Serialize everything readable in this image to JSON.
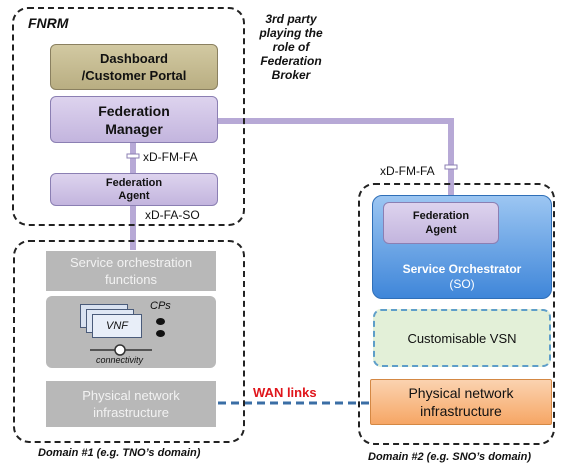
{
  "fnrm_title": "FNRM",
  "broker_note": [
    "3rd party",
    "playing the",
    "role of",
    "Federation",
    "Broker"
  ],
  "dashboard": [
    "Dashboard",
    "/Customer Portal"
  ],
  "federation_manager": [
    "Federation",
    "Manager"
  ],
  "if_fm_fa_left": "xD-FM-FA",
  "federation_agent_left": [
    "Federation",
    "Agent"
  ],
  "if_fa_so": "xD-FA-SO",
  "service_orch_functions": [
    "Service orchestration",
    "functions"
  ],
  "vnf_label": "VNF",
  "cps_label": "CPs",
  "connectivity_label": "connectivity",
  "physical_left": [
    "Physical network",
    "infrastructure"
  ],
  "wan_links": "WAN links",
  "domain1_caption": "Domain #1 (e.g. TNO’s domain)",
  "if_fm_fa_right": "xD-FM-FA",
  "federation_agent_right": [
    "Federation",
    "Agent"
  ],
  "service_orchestrator": [
    "Service Orchestrator",
    "(SO)"
  ],
  "customisable_vsn": "Customisable VSN",
  "physical_right": [
    "Physical network",
    "infrastructure"
  ],
  "domain2_caption": "Domain #2 (e.g. SNO’s domain)",
  "colors": {
    "purple_link": "#b7a9d6",
    "wan_link": "#3a6ea5",
    "wan_text": "#e0151b",
    "orchestrator_blue": "#3f86d9",
    "physical_orange": "#f6b27a"
  }
}
